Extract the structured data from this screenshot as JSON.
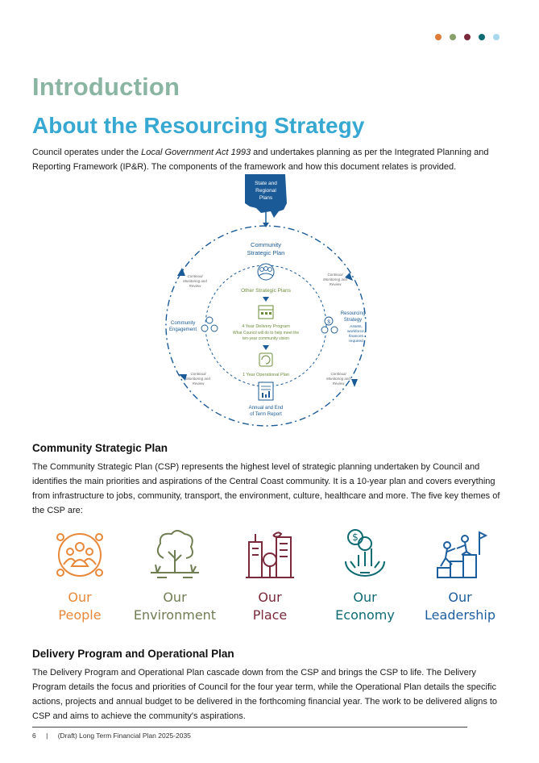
{
  "header": {
    "dots": [
      "#e07b39",
      "#8aa06b",
      "#7a2a3a",
      "#0e6b72",
      "#a9d8ee"
    ]
  },
  "headings": {
    "introduction": "Introduction",
    "about": "About the Resourcing Strategy",
    "csp": "Community Strategic Plan",
    "delivery": "Delivery Program and Operational Plan"
  },
  "intro_paragraph": {
    "before": "Council operates under the ",
    "act": "Local Government Act 1993",
    "after": " and undertakes planning as per the Integrated Planning and Reporting Framework (IP&R). The components of the framework and how this document relates is provided."
  },
  "diagram": {
    "state_line1": "State and",
    "state_line2": "Regional",
    "state_line3": "Plans",
    "csp_line1": "Community",
    "csp_line2": "Strategic Plan",
    "other_plans": "Other Strategic Plans",
    "delivery_line1": "4 Year Delivery Program",
    "delivery_line2": "What Council will do to help meet the",
    "delivery_line3": "ten-year community vision",
    "operational": "1 Year Operational Plan",
    "report_line1": "Annual and End",
    "report_line2": "of Term Report",
    "engagement_line1": "Community",
    "engagement_line2": "Engagement",
    "resourcing_line1": "Resourcing",
    "resourcing_line2": "Strategy",
    "resourcing_line3": "Assets,",
    "resourcing_line4": "workforce,",
    "resourcing_line5": "finances",
    "resourcing_line6": "required",
    "monitor_line1": "Continual",
    "monitor_line2": "Monitoring and",
    "monitor_line3": "Review"
  },
  "csp_paragraph": "The Community Strategic Plan (CSP) represents the highest level of strategic planning undertaken by Council and identifies the main priorities and aspirations of the Central Coast community. It is a 10-year plan and covers everything from infrastructure to jobs, community, transport, the environment, culture, healthcare and more. The five key themes of the CSP are:",
  "themes": [
    {
      "line1": "Our",
      "line2": "People",
      "color": "#e8883a",
      "icon": "people-icon"
    },
    {
      "line1": "Our",
      "line2": "Environment",
      "color": "#6f7d52",
      "icon": "tree-icon"
    },
    {
      "line1": "Our",
      "line2": "Place",
      "color": "#7a2a3a",
      "icon": "city-icon"
    },
    {
      "line1": "Our",
      "line2": "Economy",
      "color": "#0e6b72",
      "icon": "economy-icon"
    },
    {
      "line1": "Our",
      "line2": "Leadership",
      "color": "#1d5e9e",
      "icon": "leadership-icon"
    }
  ],
  "delivery_paragraph": "The Delivery Program and Operational Plan cascade down from the CSP and brings the CSP to life. The Delivery Program details the focus and priorities of Council for the four year term, while the Operational Plan details the specific actions, projects and annual budget to be delivered in the forthcoming financial year. The work to be delivered aligns to CSP and aims to achieve the community's aspirations.",
  "footer": {
    "page": "6",
    "separator": "|",
    "title": "(Draft) Long Term Financial Plan 2025-2035"
  }
}
